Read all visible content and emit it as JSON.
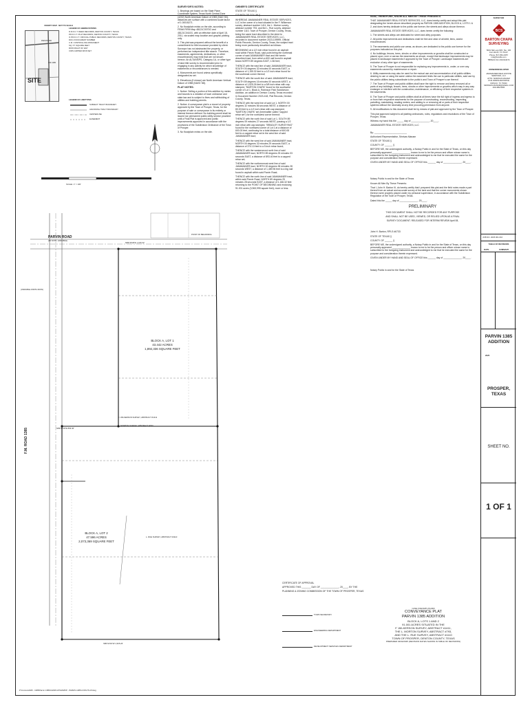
{
  "vicinity": {
    "title": "VICINITY MAP - NOT TO SCALE",
    "site_label": "SITE",
    "road_parvin": "PARVIN RD",
    "road_fm1385": "FM 1385"
  },
  "legend": {
    "title": "LEGEND OF ABBREVIATIONS",
    "items": [
      "D.R.D.C.T.   DEED RECORDS, DENTON COUNTY, TEXAS",
      "P.R.D.C.T.   PLAT RECORDS, DENTON COUNTY, TEXAS",
      "O.P.R.D.C.T.   OFFICIAL PUBLIC RECORDS, DENTON COUNTY, TEXAS",
      "DOC.#   DOCUMENT NUMBER",
      "C.M.   CONTROLLING MONUMENT",
      "SQ. FT.   SQUARE FEET",
      "ROW   RIGHT OF WAY",
      "CIRS   CAPPED IRON SET"
    ],
    "lines_title": "LEGEND OF LINETYPES",
    "lines": [
      "SUBJECT TRACT BOUNDARY",
      "ADJOINING TRACT BOUNDARY",
      "CENTERLINE",
      "EASEMENT"
    ]
  },
  "scale_label": "SCALE: 1\" = 100'",
  "surveyor_notes": {
    "title": "SURVEYOR'S NOTES:",
    "notes": [
      "1. Bearings are based on the State Plane Coordinate System, Texas North Central Zone (4202) North American Datum of 1983 (NAD '83), distances are surface with a combined scale factor of 1.00015271.",
      "2. No floodplain exists on the site, according to FEMA FIRM Map 48121C0070G and 48121C0410G, with an effective date of April 18, 2011, via scaled map location and graphic plotting only.",
      "3. This plat was prepared without the benefit of a commitment for title insurance provided by client. Surveyor has not abstracted the property, or performed an independent title search. Therefore, easements, agreements, dedications, or other encumbrances may exist that are not shown hereon. An ALTA/NSPS, Category 1A, or other type of land title survey is recommended prior to engaging in any activity for which knowledge of easements or encumbrances is needed.",
      "4. Monuments are found unless specifically designated as set.",
      "5. Elevations (if shown) are North American Vertical Datum of 1988 (NAVD '88)."
    ],
    "plat_title": "PLAT NOTES:",
    "plat_notes": [
      "1. Notice: Selling a portion of this addition by metes and bounds is a violation of town ordinance and state law and is subject to fines and withholding of utilities and building permits.",
      "2. Notice: A conveyance plat is a record of property approved by the Town of Prosper, Texas, for the purpose of sale or conveyance in its entirety or interest thereon defined. No building permit shall be issued nor permanent public utility service provided until a Final Plat is approved and public improvements approved in accordance with the provisions of the Subdivision Ordinance of the Town of Prosper.",
      "3. No floodplain exists on the site."
    ]
  },
  "owners_cert": {
    "title": "OWNER'S CERTIFICATE",
    "state": "STATE OF TEXAS     §",
    "county": "COUNTY OF COLLIN     §",
    "paragraphs": [
      "WHEREAS JAMAMANER REAL ESTATE SERVICES, LLC is the owner of a tract situated in the F. Wilkerson survey, abstract number 1411, the L. Morton survey, abstract number 793, and the L. Rue survey, abstract number 1110, Town of Prosper, Denton County, Texas, being the same tract described in the deed to JAMAMANER REAL ESTATE SERVICES, LLC, recorded in document number 2023-109999, Official Public Records, Denton County, Texas, the subject tract being more particularly described as follows:",
      "BEGINNING at a 1/2 inch rebar found in an asphalt road within Parvin Road, said point being the northeast corner of said JAMAMANER tract and the herein described tract, from which a 600 nail found in asphalt bears NORTH 89 degrees EAST, 1.56 feet;",
      "THENCE with the east line of said JAMAMANER tract, SOUTH 00 degrees 32 minutes 00 seconds EAST, a distance of 1,155.32 feet to a 1/2 inch rebar found for the southeast corner thereof;",
      "THENCE with the south line of said JAMAMANER tract, SOUTH 89 degrees 16 minutes 00 seconds WEST, a distance of 1,525.26 feet to a 5/8 inch rebar with cap stamped, \"BARTON CHAPA\" found for the southwest corner of Lot 1, Block A, Robinson Park Subdivision Addition, an addition in Denton County, Texas recorded in Document Number 2023-418, Plat Records, Denton County, Texas;",
      "THENCE with the west line of said Lot 1, NORTH 00 degrees 32 minutes 56 seconds WEST, a distance of 80.00 feet to a 1/2 inch rebar with cap stamped, \"BARTON CHAPA\" set (hereinafter called \"capped rebar set\") for the northwest corner thereof;",
      "THENCE with the north line of said Lot 1, SOUTH 89 degrees 09 minutes 27 seconds WEST, passing a 1/2 inch rebar with cap stamped, \"BRADLEY SURVEYING\" found for the northwest corner of Lot 1 at a distance of 600.00 feet, continuing for a total distance of 600.08 feet to a capped rebar set in the west line of said JAMAMANER tract;",
      "THENCE with the west line of said JAMAMANER tract, NORTH 00 degrees 32 minutes 29 seconds EAST, a distance of 374.13 feet to a 5 inch rebar found;",
      "THENCE with the westernmost north line of said JAMAMANER tract, NORTH 89 degrees 25 minutes 03 seconds EAST, a distance of 893.40 feet to a capped rebar set;",
      "THENCE with the northernmost west line of said JAMAMANER tract, NORTH 00 degrees 38 minutes 28 seconds WEST, a distance of 1,489.96 feet to a big nail found in asphalt within said Parvin Road;",
      "THENCE with the north line of said JAMAMANER tract, within said Parvin Road, NORTH 89 degrees 25 minutes 28 seconds EAST, a distance of 1,166.32 feet returning to the POINT OF BEGINNING and enclosing 91.001 acres (3,963,995 square feet), more or less."
    ]
  },
  "dedication": {
    "title": "NOW, THEREFORE, KNOW ALL MEN BY THESE PRESENTS",
    "paragraphs": [
      "THAT JAMAMANER REAL ESTATE SERVICES, LLC, does hereby certify and adopt this plat designating the herein above described property as PARVIN 1385 ADDITION, BLOCK A, LOTS 1 & 2, and does hereby dedicate to the public use forever, the streets and alleys shown thereon.",
      "JAMAMANER REAL ESTATE SERVICES, LLC, does herein certify the following:",
      "1. The streets and alleys are dedicated for street and alley purposes.",
      "2. All public improvements and dedications shall be free and clear of all debt, liens, and/or encumbrances.",
      "3. The easements and public use areas, as shown, are dedicated to the public use forever for the purposes indicated on this plat.",
      "4. No buildings, fences, trees, shrubs or other improvements or growths shall be constructed or placed upon, over or across the easements as shown, except that landscape improvements may be placed in landscape easements if approved by the Town of Prosper. Landscape easements are exclusive of any other type of easements.",
      "5. The Town of Prosper is not responsible for replacing any improvements in, under, or over any easements caused by maintenance or repair.",
      "6. Utility easements may also be used for the mutual use and accommodation of all public utilities desiring to use or using the same unless the easement limits the use to particular utilities, said use by the public utilities being subordinate to the public's and Town of Prosper's use thereof.",
      "7. The Town of Prosper and public utilities shall have the right to remove and keep removed all or parts of any buildings, fences, trees, shrubs or other improvements or growths which may in any way endanger or interfere with the construction, maintenance, or efficiency of their respective systems in the easements.",
      "8. The Town of Prosper and public utilities shall at all times have the full right of ingress and egress to or from their respective easements for the purpose of constructing, reconstructing, inspecting, patrolling, maintaining, reading meters, and adding to or removing all or parts of their respective systems without the necessity at any time procuring permission from anyone.",
      "9. All modifications to this document shall be by means of plat and approved by the Town of Prosper.",
      "This plat approved subject to all platting ordinances, rules, regulations and resolutions of the Town of Prosper, Texas."
    ],
    "witness": "Witness my hand this the _____ day of ______________, 20____.",
    "company": "JAMAMANER REAL ESTATE SERVICES, LLC",
    "by": "By: _________________________",
    "rep": "Authorized Representative, Srinivas Manam",
    "state": "STATE OF TEXAS     §",
    "county": "COUNTY OF ______     §",
    "notary": "BEFORE ME, the undersigned authority, a Notary Public in and for the State of Texas, on this day personally appeared ______________ known to me to be the person and officer whose name is subscribed to the foregoing instrument and acknowledged to me that he executed the same for the purpose and consideration therein expressed.",
    "given": "GIVEN UNDER MY HAND AND SEAL OF OFFICE this ______ day of ______________, 20____.",
    "notary_sig": "Notary Public in and for the State of Texas",
    "surveyor_title": "Known All Men By These Presents:",
    "surveyor_text": "That I, John H. Barton III, do hereby certify that I prepared this plat and the field notes made a part thereof from an actual and accurate survey of the land and that the corner monuments shown thereon were properly placed under my personal supervision, in accordance with the Subdivision Regulation of the Town of Prosper, Texas.",
    "dated": "Dated this the _____ day of ______________, 20____.",
    "preliminary": "PRELIMINARY",
    "prelim_1": "THIS DOCUMENT SHALL NOT BE RECORDED FOR ANY PURPOSE",
    "prelim_2": "AND SHALL NOT BE USED, VIEWED, OR RELIED UPON AS A FINAL",
    "prelim_3": "SURVEY DOCUMENT. RELEASED FOR INTERIM REVIEW April 08,",
    "surveyor_name": "John H. Barton, RPLS #6733",
    "state2": "STATE OF TEXAS     §",
    "county2": "COUNTY OF ______     §",
    "notary2": "BEFORE ME, the undersigned authority, a Notary Public in and for the State of Texas, on this day personally appeared ______________ known to me to be the person and officer whose name is subscribed to the foregoing instrument and acknowledged to me that he executed the same for the purpose and consideration therein expressed.",
    "given2": "GIVEN UNDER MY HAND AND SEAL OF OFFICE this ______ day of ______________, 20____.",
    "notary_sig2": "Notary Public in and for the State of Texas"
  },
  "approval": {
    "title": "CERTIFICATE OF APPROVAL",
    "approved": "APPROVED THIS _______ DAY OF ______________, 20____, BY THE",
    "commission": "PLANNING & ZONING COMMISSION OF THE TOWN OF PROSPER, TEXAS",
    "sig1": "TOWN SECRETARY",
    "sig2": "ENGINEERING DEPARTMENT",
    "sig3": "DEVELOPMENT SERVICES DEPARTMENT"
  },
  "plat_title": {
    "case": "CASE # DEVAPP-25-0000",
    "type": "CONVEYANCE PLAT",
    "name": "PARVIN 1385 ADDITION",
    "lots": "BLOCK A, LOTS 1 AND 2",
    "acres": "91.001 ACRES SITUATED IN THE",
    "s1": "F. WILKERSON SURVEY, ABSTRACT #1411,",
    "s2": "THE L. MORTON SURVEY, ABSTRACT #793,",
    "s3": "AND THE L. RUE SURVEY, ABSTRACT #1110",
    "town": "TOWN OF PROSPER, DENTON COUNTY, TEXAS",
    "prep": "PREPARED 04/02/2025 (REVISION DATES SHOWN IN TABLE OF REVISIONS)"
  },
  "drawing": {
    "road": "PARVIN ROAD",
    "road_sub": "(60' ROW, VARIABLE)",
    "fm": "F.M. ROAD 1385",
    "fm_sub": "(VARIABLE WIDTH ROW)",
    "lot1_title": "BLOCK A, LOT 1",
    "lot1_acres": "43.442 ACRES",
    "lot1_sf": "1,892,336 SQUARE FEET",
    "lot2_title": "BLOCK A, LOT 2",
    "lot2_acres": "47.596 ACRES",
    "lot2_sf": "2,073,369 SQUARE FEET",
    "bearing_n": "N89°25'28\"E 1,166.32'",
    "bearing_s": "S89°16'00\"W 1,525.26'",
    "bearing_mid": "N89°25'03\"E 893.40'",
    "survey_line1": "F. WILKERSON SURVEY, ABSTRACT #1411",
    "survey_line2": "L. MORTON SURVEY, ABSTRACT #793",
    "survey_line3": "L. RUE SURVEY, ABSTRACT #1110",
    "pob": "POINT OF BEGINNING",
    "footer": "P:\\Conroe\\2025 - 1385\\Parvin 1385\\CAD\\PLATS\\2025\\P - PARVIN-1385-CONV PLAT.dwg"
  },
  "titleblock": {
    "surveyor_label": "SURVEYOR",
    "firm_name": "BARTON CHAPA",
    "firm_sub": "SURVEYING",
    "firm_addr": "5601 NE Loop 820, Ste. 100\nFort Worth, TX 76137\nPhone: 817-864-1957\ninfo@bcsdfw.com\nTBPELS Firm #10194474",
    "owner_label": "OWNER/DEVELOPER",
    "owner_text": "JAMAMANER REAL ESTATE SERVICES, LLC\nATTN: SRINIVAS MANAM\n3744 WARNHAM DRIVE\nFRISCO, TX 75033\nSRINIVAS.MANAM@GMAIL.COM\n469-389-6465",
    "job_no": "JOB NO.   2025.001.016",
    "rev_title": "TABLE OF REVISIONS",
    "rev_date": "DATE",
    "rev_summary": "SUMMARY",
    "project": "PARVIN 1385 ADDITION",
    "year": "2025",
    "location": "PROSPER, TEXAS",
    "sheet_label": "SHEET NO.",
    "sheet_no": "1 OF 1"
  }
}
